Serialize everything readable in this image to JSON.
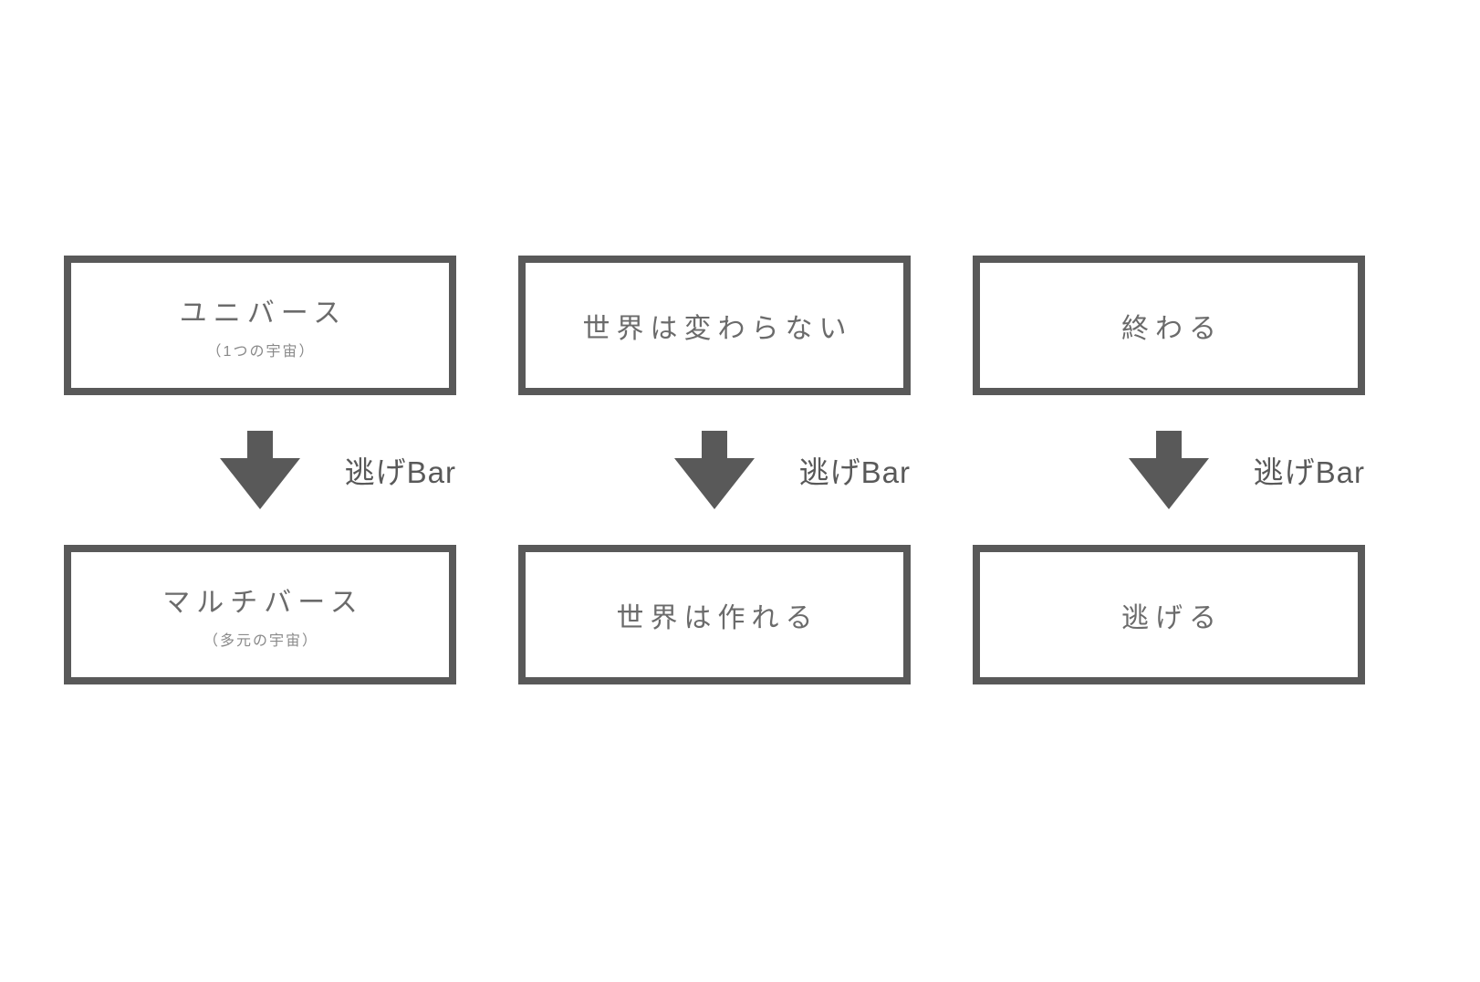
{
  "theme": {
    "background": "#ffffff",
    "box_fill": "#ffffff",
    "border_color": "#595959",
    "arrow_color": "#595959",
    "title_text_color": "#6b6b6b",
    "subtitle_text_color": "#8a8a8a",
    "label_text_color": "#595959"
  },
  "columns": [
    {
      "top": {
        "title": "ユニバース",
        "subtitle": "（1つの宇宙）"
      },
      "arrow_label": "逃げBar",
      "bottom": {
        "title": "マルチバース",
        "subtitle": "（多元の宇宙）"
      }
    },
    {
      "top": {
        "title": "世界は変わらない"
      },
      "arrow_label": "逃げBar",
      "bottom": {
        "title": "世界は作れる"
      }
    },
    {
      "top": {
        "title": "終わる"
      },
      "arrow_label": "逃げBar",
      "bottom": {
        "title": "逃げる"
      }
    }
  ]
}
